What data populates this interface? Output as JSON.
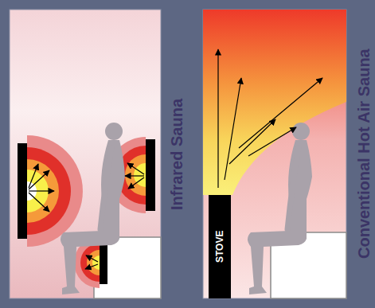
{
  "diagram": {
    "nodes": [
      {
        "text": [
          "Infrared Sauna"
        ]
      },
      {
        "text": [
          "Conventional Hot Air Sauna"
        ]
      },
      {
        "text": [
          "STOVE"
        ],
        "in": 1
      }
    ]
  }
}
